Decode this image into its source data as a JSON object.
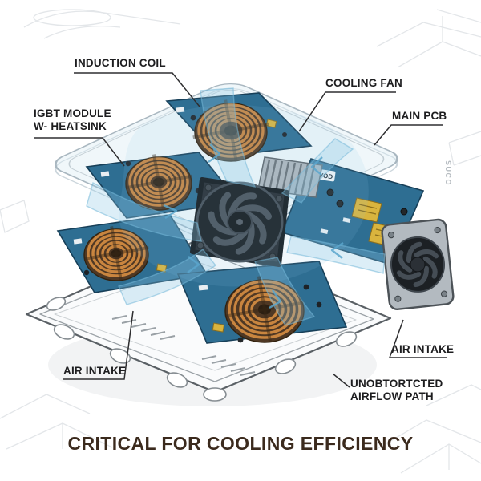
{
  "title": "CRITICAL FOR COOLING EFFICIENCY",
  "callouts": {
    "induction_coil": "INDUCTION COIL",
    "cooling_fan": "COOLING FAN",
    "igbt_module_line1": "IGBT MODULE",
    "igbt_module_line2": "W- HEATSINK",
    "main_pcb": "MAIN PCB",
    "air_intake_left": "AIR INTAKE",
    "air_intake_right": "AIR INTAKE",
    "airflow_line1": "UNOBTORTCTED",
    "airflow_line2": "AIRFLOW PATH"
  },
  "markings": {
    "side_vertical": "SUCO",
    "pcb_label": "VOD"
  },
  "colors": {
    "pcb_blue": "#2e6e92",
    "copper": "#c9853f",
    "airflow": "#8cc8e6",
    "glass_tint": "#dcebf2",
    "title_text": "#3b2a1d",
    "label_text": "#1d1d1f",
    "fan_dark": "#272c31",
    "base_outline": "#5a6065"
  }
}
